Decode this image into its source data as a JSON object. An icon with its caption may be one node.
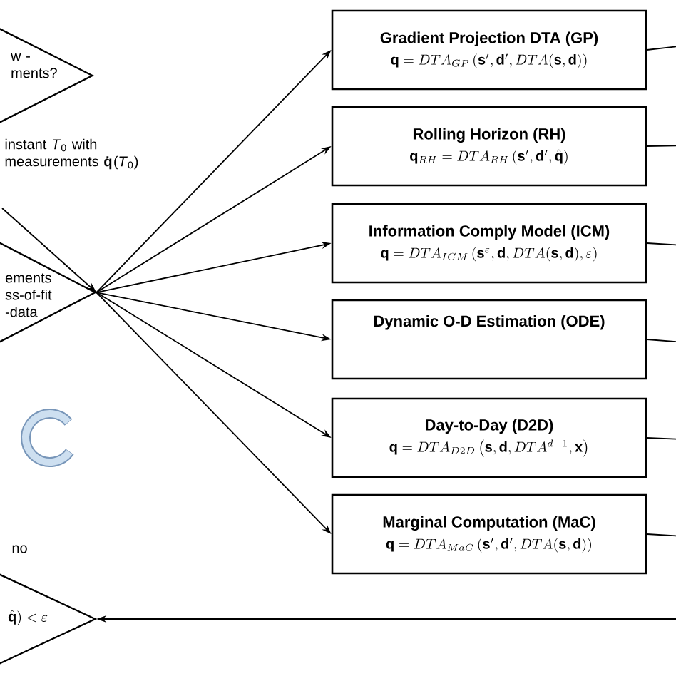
{
  "diagram": {
    "nodes": [
      {
        "text": [
          "w -ments?"
        ]
      },
      {
        "text": [
          "ements ss-of-fit -data"
        ]
      },
      {
        "text": [
          "Gradient Projection DTA (GP)",
          "\\mathbf{q} = DTA_{GP}\\left(\\mathbf{s}',\\mathbf{d}',DTA(\\mathbf{s},\\mathbf{d})\\right)"
        ]
      },
      {
        "text": [
          "Rolling Horizon (RH)",
          "\\mathbf{q}_{RH} = DTA_{RH}\\left(\\mathbf{s}',\\mathbf{d}',\\hat{\\mathbf{q}}\\right)"
        ]
      },
      {
        "text": [
          "Information Comply Model (ICM)",
          "\\mathbf{q} = DTA_{ICM}\\left(\\mathbf{s}^{\\varepsilon},\\mathbf{d},DTA(\\mathbf{s},\\mathbf{d}),\\varepsilon\\right)"
        ]
      },
      {
        "text": [
          "Dynamic O-D Estimation (ODE)"
        ]
      },
      {
        "text": [
          "Day-to-Day (D2D)",
          "\\mathbf{q} = DTA_{D2D}\\left(\\mathbf{s},\\mathbf{d},DTA^{d-1},\\mathbf{x}\\right)"
        ]
      },
      {
        "text": [
          "Marginal Computation (MaC)",
          "\\mathbf{q} = DTA_{MaC}\\left(\\mathbf{s}',\\mathbf{d}',DTA(\\mathbf{s},\\mathbf{d})\\right)"
        ]
      },
      {
        "text": [
          "\\hat{\\mathbf{q}}) < \\varepsilon"
        ]
      }
    ],
    "edges": [
      {
        "from": null,
        "to": 1,
        "arrow": "to"
      },
      {
        "from": 1,
        "to": 2,
        "arrow": "to"
      },
      {
        "from": 1,
        "to": 3,
        "arrow": "to"
      },
      {
        "from": 1,
        "to": 4,
        "arrow": "to"
      },
      {
        "from": 1,
        "to": 5,
        "arrow": "to"
      },
      {
        "from": 1,
        "to": 6,
        "arrow": "to"
      },
      {
        "from": 1,
        "to": 7,
        "arrow": "to"
      },
      {
        "from": 2,
        "to": null,
        "arrow": "none"
      },
      {
        "from": 3,
        "to": null,
        "arrow": "none"
      },
      {
        "from": 4,
        "to": null,
        "arrow": "none"
      },
      {
        "from": 5,
        "to": null,
        "arrow": "none"
      },
      {
        "from": 6,
        "to": null,
        "arrow": "none"
      },
      {
        "from": 7,
        "to": null,
        "arrow": "none"
      },
      {
        "from": null,
        "to": 8,
        "arrow": "to"
      }
    ],
    "labels": [
      "instant *T*$_{0}$ with measurements **q̇**(*T*$_{0}$)",
      "no"
    ]
  }
}
